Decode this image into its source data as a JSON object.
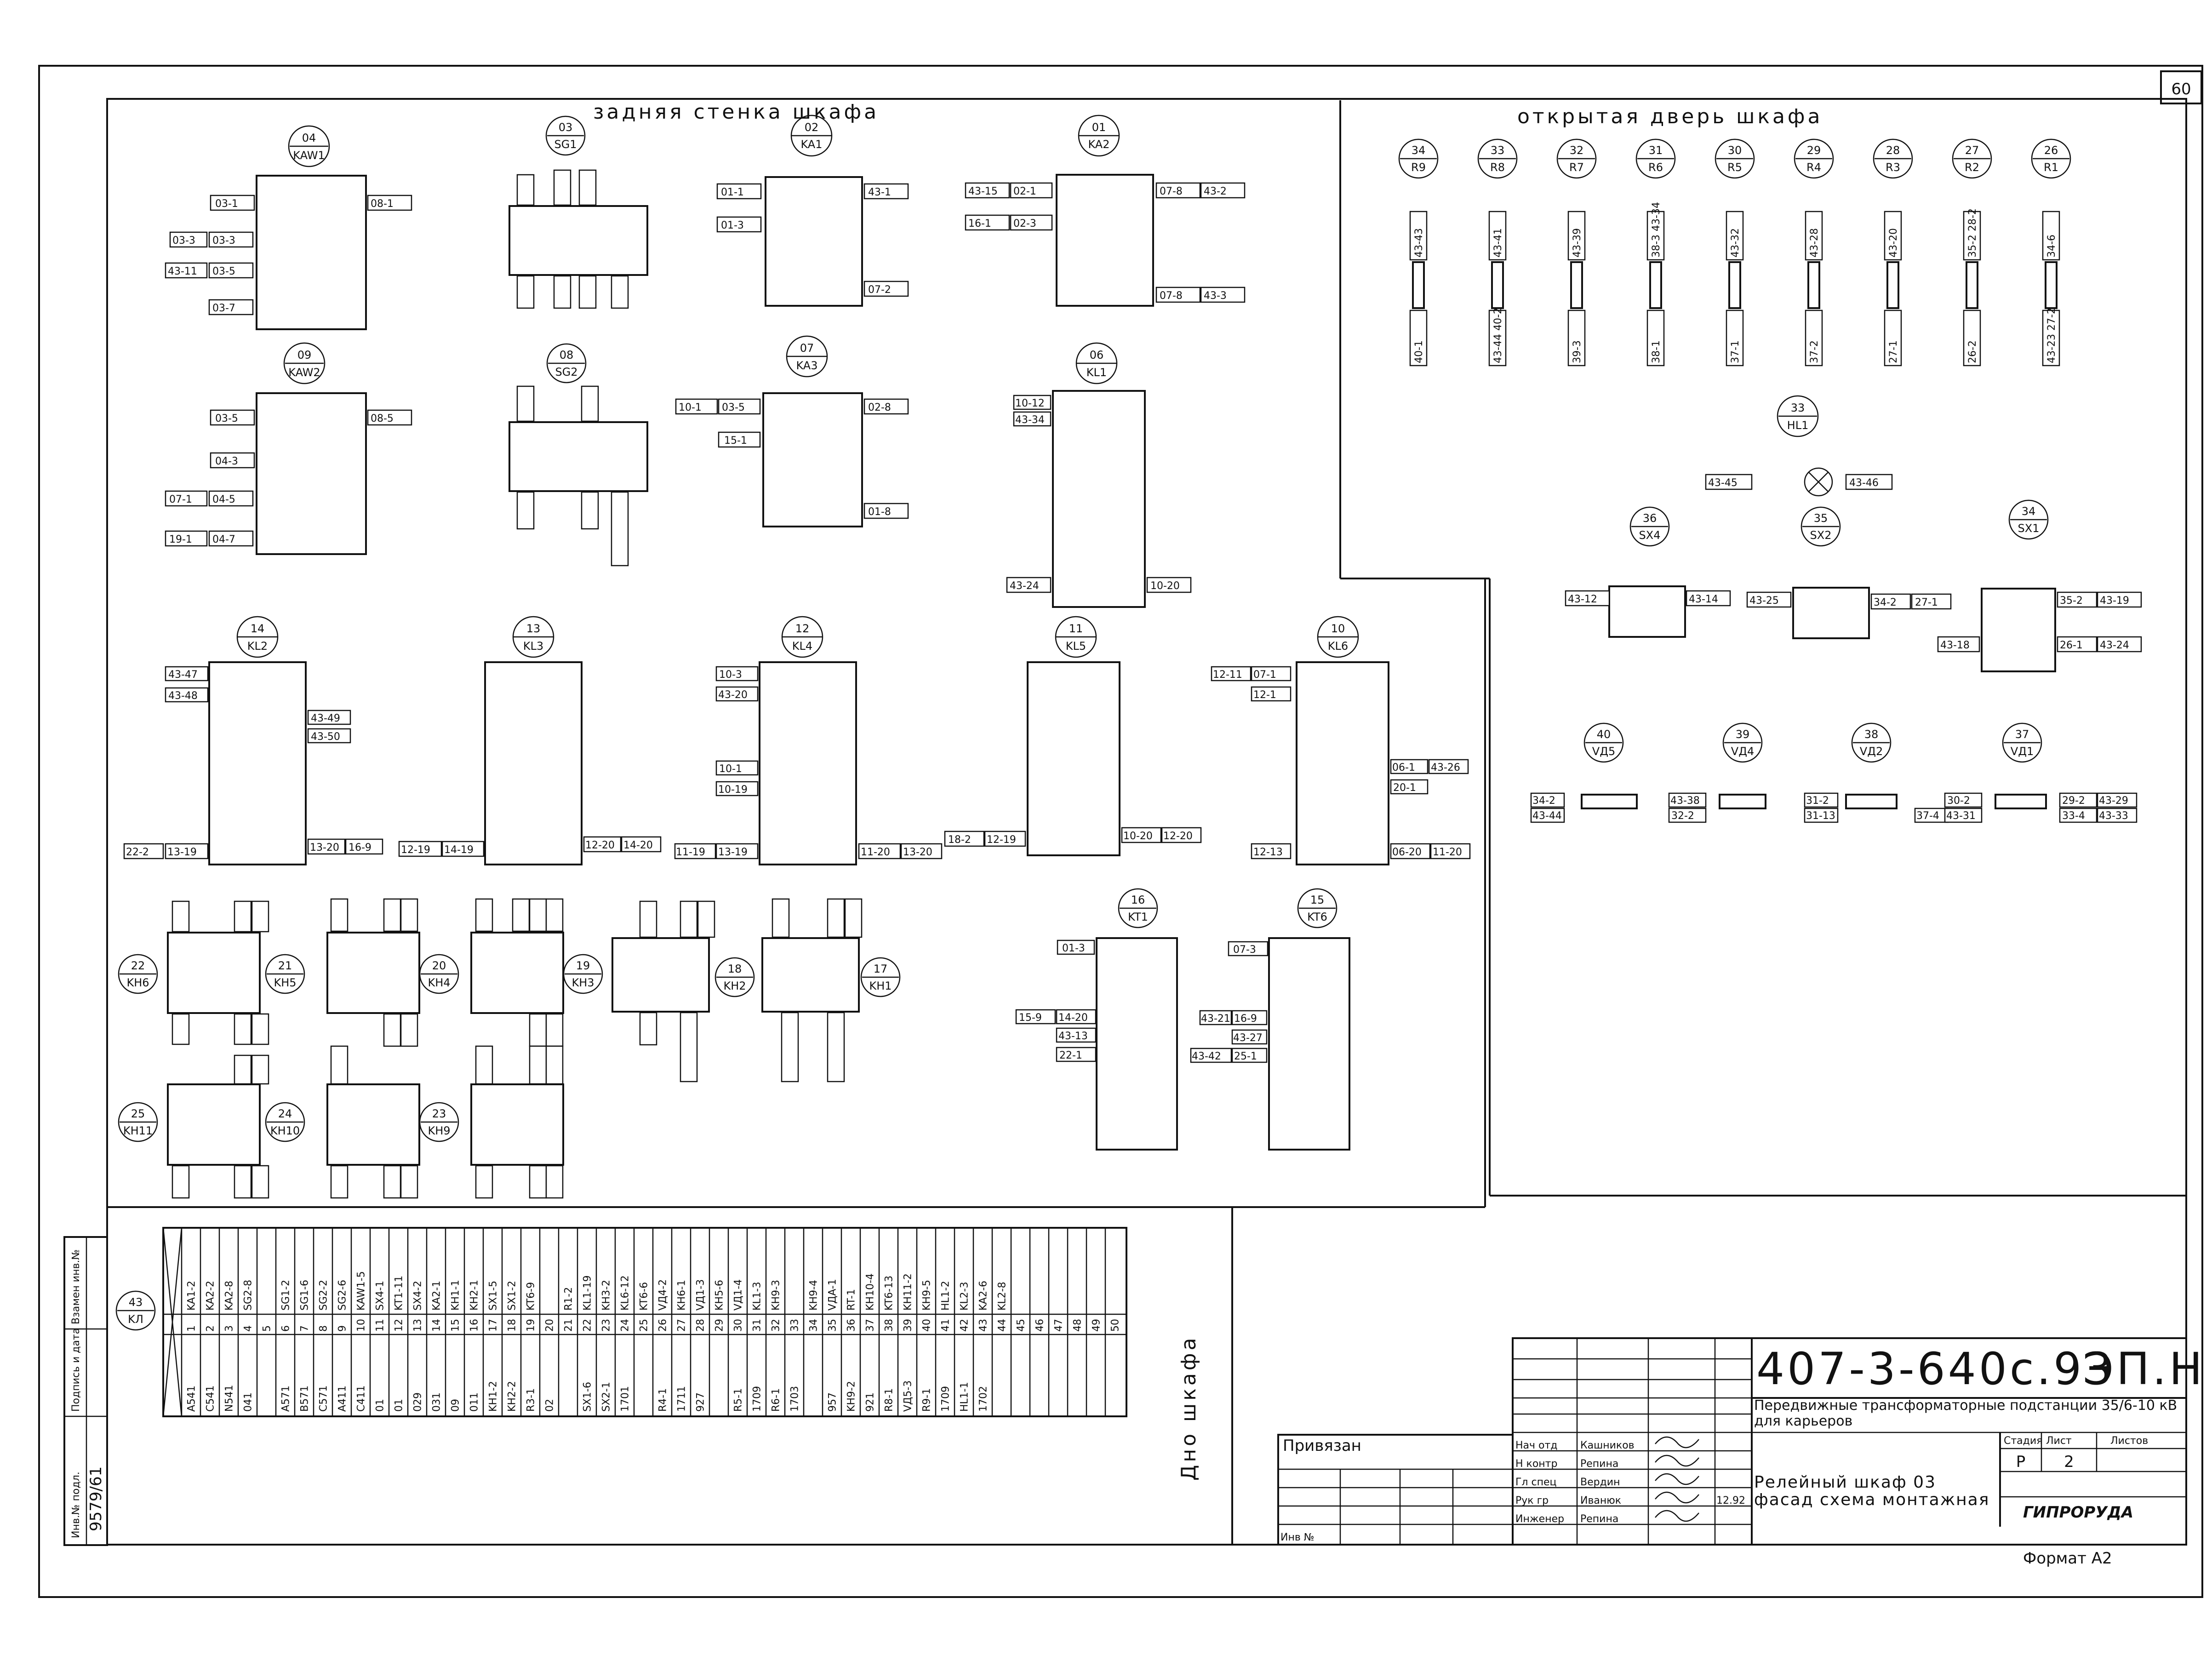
{
  "sheet_number": "60",
  "section_labels": {
    "back_wall": "задняя стенка шкафа",
    "open_door": "открытая дверь шкафа",
    "floor": "Дно шкафа"
  },
  "relays": [
    {
      "num": "04",
      "code": "KAW1"
    },
    {
      "num": "03",
      "code": "SG1"
    },
    {
      "num": "02",
      "code": "KA1"
    },
    {
      "num": "01",
      "code": "KA2"
    },
    {
      "num": "09",
      "code": "KAW2"
    },
    {
      "num": "08",
      "code": "SG2"
    },
    {
      "num": "07",
      "code": "KA3"
    },
    {
      "num": "06",
      "code": "KL1"
    },
    {
      "num": "14",
      "code": "KL2"
    },
    {
      "num": "13",
      "code": "KL3"
    },
    {
      "num": "12",
      "code": "KL4"
    },
    {
      "num": "11",
      "code": "KL5"
    },
    {
      "num": "10",
      "code": "KL6"
    },
    {
      "num": "22",
      "code": "KH6"
    },
    {
      "num": "21",
      "code": "KH5"
    },
    {
      "num": "20",
      "code": "KH4"
    },
    {
      "num": "19",
      "code": "KH3"
    },
    {
      "num": "18",
      "code": "KH2"
    },
    {
      "num": "17",
      "code": "KH1"
    },
    {
      "num": "16",
      "code": "KT1"
    },
    {
      "num": "15",
      "code": "KT6"
    },
    {
      "num": "25",
      "code": "KH11"
    },
    {
      "num": "24",
      "code": "KH10"
    },
    {
      "num": "23",
      "code": "KH9"
    }
  ],
  "door_resistors": [
    {
      "num": "34",
      "code": "R9",
      "top": "43-43",
      "bottom": "40-1"
    },
    {
      "num": "33",
      "code": "R8",
      "top": "43-41",
      "bottom": "43-44 40-2"
    },
    {
      "num": "32",
      "code": "R7",
      "top": "43-39",
      "bottom": "39-3"
    },
    {
      "num": "31",
      "code": "R6",
      "top": "38-3 43-34",
      "bottom": "38-1"
    },
    {
      "num": "30",
      "code": "R5",
      "top": "43-32",
      "bottom": "37-1"
    },
    {
      "num": "29",
      "code": "R4",
      "top": "43-28",
      "bottom": "37-2"
    },
    {
      "num": "28",
      "code": "R3",
      "top": "43-20",
      "bottom": "27-1"
    },
    {
      "num": "27",
      "code": "R2",
      "top": "35-2 28-2",
      "bottom": "26-2"
    },
    {
      "num": "26",
      "code": "R1",
      "top": "34-6",
      "bottom": "43-23 27-2"
    }
  ],
  "door_devices": [
    {
      "num": "33",
      "code": "HL1",
      "left": "43-45",
      "right": "43-46"
    },
    {
      "num": "36",
      "code": "SX4"
    },
    {
      "num": "35",
      "code": "SX2"
    },
    {
      "num": "34",
      "code": "SX1"
    },
    {
      "num": "40",
      "code": "VД5"
    },
    {
      "num": "39",
      "code": "VД4"
    },
    {
      "num": "38",
      "code": "VД2"
    },
    {
      "num": "37",
      "code": "VД1"
    }
  ],
  "terminal_block": {
    "num": "43",
    "code": "KЛ",
    "upper": [
      "KA1-2",
      "KA2-2",
      "KA2-8",
      "SG2-8",
      "",
      "SG1-2",
      "SG1-6",
      "SG2-2",
      "SG2-6",
      "KAW1-5",
      "SX4-1",
      "KT1-11",
      "SX4-2",
      "KA2-1",
      "KH1-1",
      "KH2-1",
      "SX1-5",
      "SX1-2",
      "KT6-9",
      "",
      "R1-2",
      "KL1-19",
      "KH3-2",
      "KL6-12",
      "KT6-6",
      "VД4-2",
      "KH6-1",
      "VД1-3",
      "KH5-6",
      "VД1-4",
      "KL1-3",
      "KH9-3",
      "",
      "KH9-4",
      "VДA-1",
      "RT-1",
      "KH10-4",
      "KT6-13",
      "KH11-2",
      "KH9-5",
      "HL1-2",
      "KL2-3",
      "KA2-6",
      "KL2-8"
    ],
    "numbers": [
      "1",
      "2",
      "3",
      "4",
      "5",
      "6",
      "7",
      "8",
      "9",
      "10",
      "11",
      "12",
      "13",
      "14",
      "15",
      "16",
      "17",
      "18",
      "19",
      "20",
      "21",
      "22",
      "23",
      "24",
      "25",
      "26",
      "27",
      "28",
      "29",
      "30",
      "31",
      "32",
      "33",
      "34",
      "35",
      "36",
      "37",
      "38",
      "39",
      "40",
      "41",
      "42",
      "43",
      "44",
      "45",
      "46",
      "47",
      "48",
      "49",
      "50"
    ],
    "lower": [
      "A541",
      "C541",
      "N541",
      "041",
      "",
      "A571",
      "B571",
      "C571",
      "A411",
      "C411",
      "01",
      "01",
      "029",
      "031",
      "09",
      "011",
      "KH1-2",
      "KH2-2",
      "R3-1",
      "02",
      "",
      "SX1-6",
      "SX2-1",
      "1701",
      "",
      "R4-1",
      "1711",
      "927",
      "",
      "R5-1",
      "1709",
      "R6-1",
      "1703",
      "",
      "957",
      "KH9-2",
      "921",
      "R8-1",
      "VД5-3",
      "R9-1",
      "1709",
      "HL1-1",
      "1702"
    ]
  },
  "title_block": {
    "doc_code": "407-3-640с.93",
    "doc_suffix": "ЭП.Н",
    "project": "Передвижные трансформаторные подстанции 35/6-10 кВ для карьеров",
    "sheet_title": "Релейный шкаф 03 фасад схема монтажная",
    "bound": "Привязан",
    "inv": "Инв №",
    "roles": [
      "Нач отд",
      "Н контр",
      "Гл спец",
      "Рук гр",
      "Инженер"
    ],
    "names": [
      "Кашников",
      "Репина",
      "Вердин",
      "Иванюк",
      "Репина"
    ],
    "date": "12.92",
    "stage_h": "Стадия",
    "sheet_h": "Лист",
    "sheets_h": "Листов",
    "stage": "Р",
    "sheet": "2",
    "org": "ГИПРОРУДА",
    "format": "Формат А2"
  },
  "side_stamp": {
    "cells": [
      "Взамен инв.№",
      "Подпись и дата",
      "Инв.№ подл."
    ],
    "inv_value": "9579/61"
  }
}
